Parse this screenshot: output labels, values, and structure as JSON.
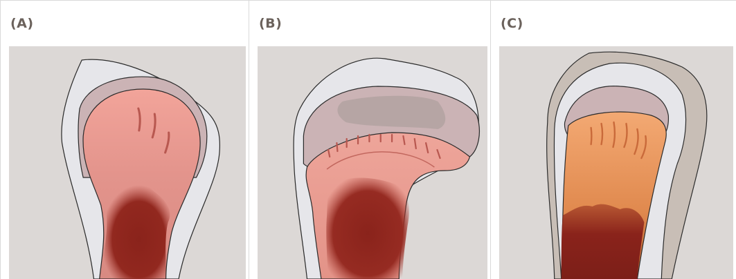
{
  "panels": [
    {
      "label": "(A)"
    },
    {
      "label": "(B)"
    },
    {
      "label": "(C)"
    }
  ],
  "colors": {
    "background": "#dcd8d6",
    "cartilage": "#e6e6ea",
    "mauve_layer": "#cbb3b5",
    "pink_bone": "#eea59a",
    "marrow_red": "#8a231b",
    "orange_bone": "#f2a56f",
    "outer_tan": "#c8beb6"
  }
}
